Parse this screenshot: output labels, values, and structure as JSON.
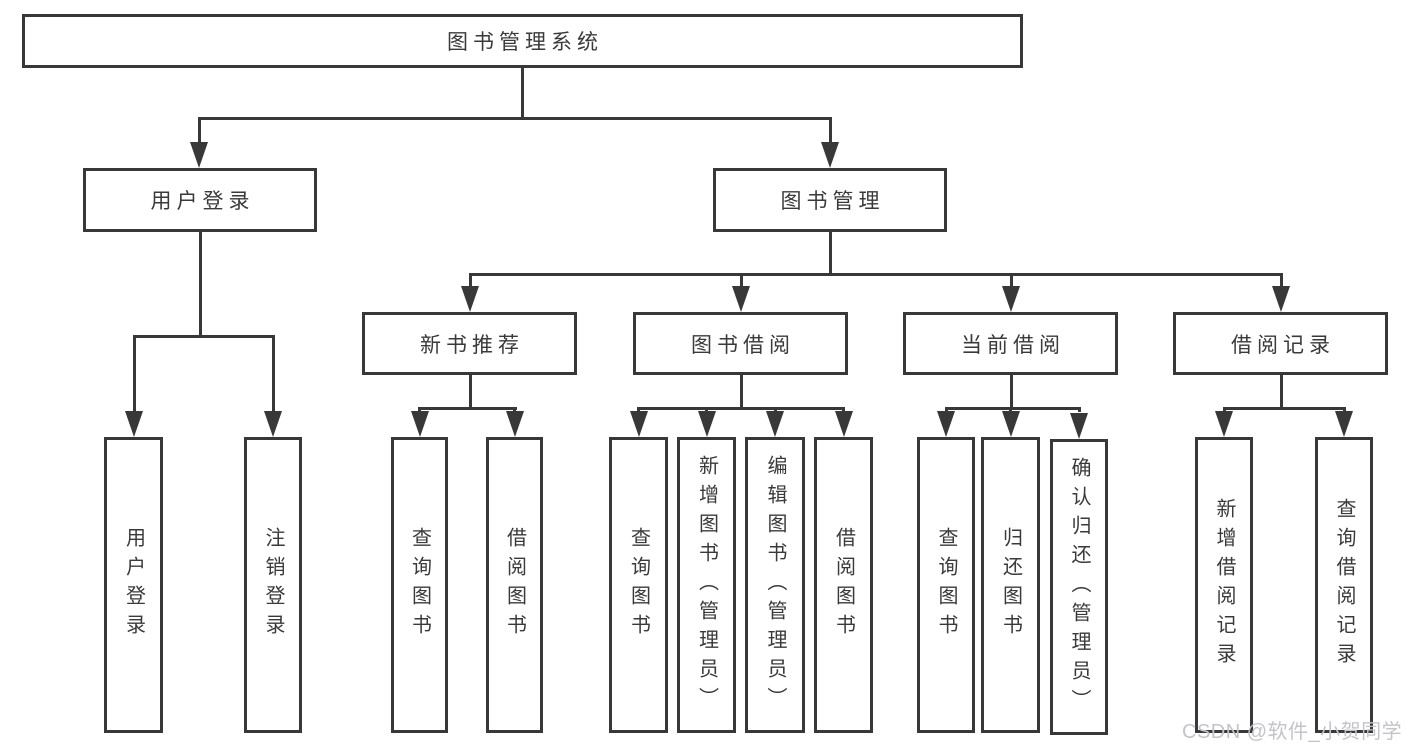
{
  "tree": {
    "root": "图书管理系统",
    "children": [
      {
        "label": "用户登录",
        "children": [
          {
            "label": "用户登录"
          },
          {
            "label": "注销登录"
          }
        ]
      },
      {
        "label": "图书管理",
        "children": [
          {
            "label": "新书推荐",
            "children": [
              {
                "label": "查询图书"
              },
              {
                "label": "借阅图书"
              }
            ]
          },
          {
            "label": "图书借阅",
            "children": [
              {
                "label": "查询图书"
              },
              {
                "label": "新增图书（管理员）"
              },
              {
                "label": "编辑图书（管理员）"
              },
              {
                "label": "借阅图书"
              }
            ]
          },
          {
            "label": "当前借阅",
            "children": [
              {
                "label": "查询图书"
              },
              {
                "label": "归还图书"
              },
              {
                "label": "确认归还（管理员）"
              }
            ]
          },
          {
            "label": "借阅记录",
            "children": [
              {
                "label": "新增借阅记录"
              },
              {
                "label": "查询借阅记录"
              }
            ]
          }
        ]
      }
    ]
  },
  "watermark": "CSDN @软件_小贺同学",
  "colors": {
    "line": "#383838",
    "text": "#3a3a3a",
    "box_background": "#ffffff",
    "watermark": "#c3c3cb",
    "page_background": "#ffffff"
  }
}
